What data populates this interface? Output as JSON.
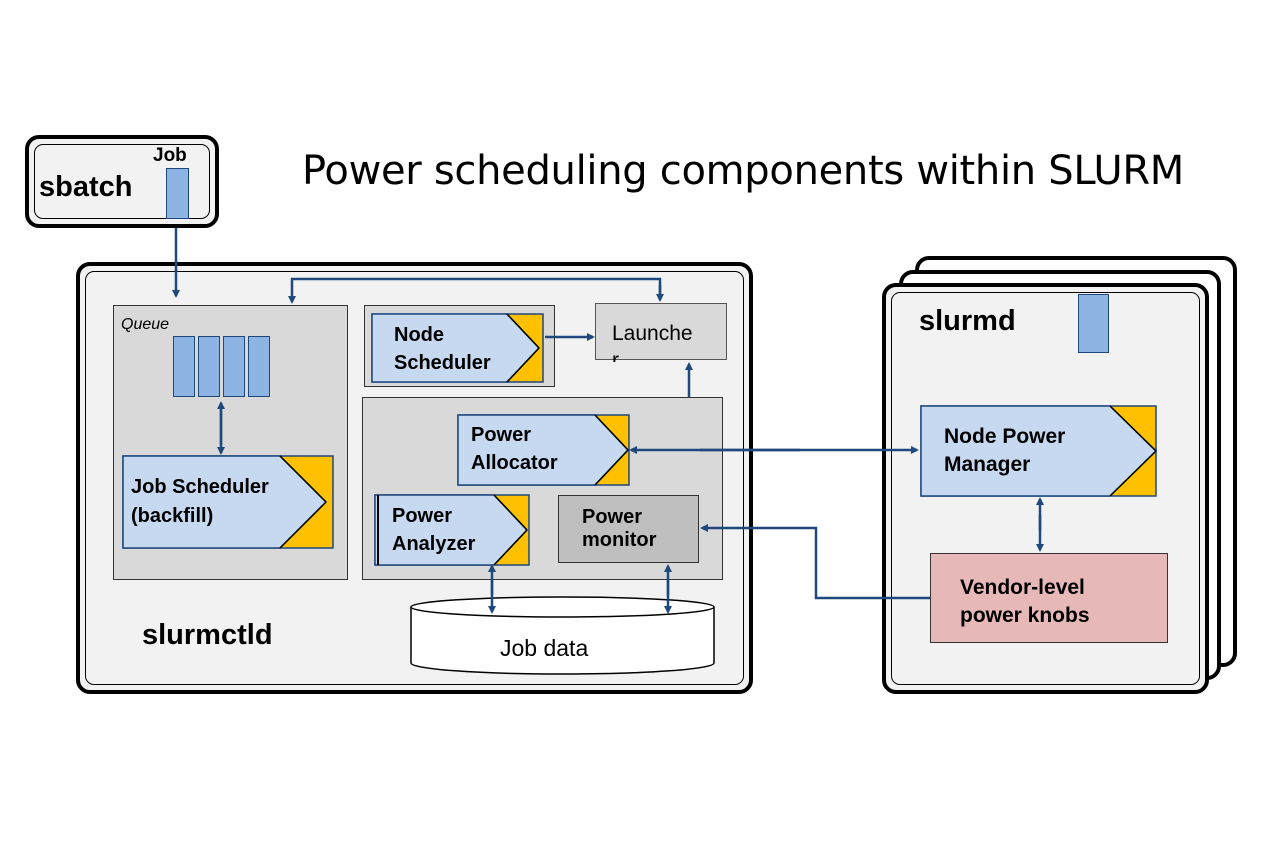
{
  "title": "Power scheduling components within SLURM",
  "sbatch": {
    "label": "sbatch",
    "job_label": "Job"
  },
  "slurmctld": {
    "label": "slurmctld",
    "queue_label": "Queue",
    "job_scheduler": {
      "line1": "Job Scheduler",
      "line2": "(backfill)"
    },
    "node_scheduler": {
      "line1": "Node",
      "line2": "Scheduler"
    },
    "launcher": {
      "line1": "Launche",
      "line2": "r"
    },
    "power_allocator": {
      "line1": "Power",
      "line2": "Allocator"
    },
    "power_analyzer": {
      "line1": "Power",
      "line2": "Analyzer"
    },
    "power_monitor": {
      "line1": "Power",
      "line2": "monitor"
    },
    "job_data": "Job data"
  },
  "slurmd": {
    "label": "slurmd",
    "node_power_manager": {
      "line1": "Node Power",
      "line2": "Manager"
    },
    "vendor_knobs": {
      "line1": "Vendor-level",
      "line2": "power knobs"
    }
  },
  "colors": {
    "job_blue": "#8db4e2",
    "component_blue": "#c6d9f1",
    "accent_gold": "#ffc000",
    "arrow": "#1f497d",
    "vendor_pink": "#e6b9b8",
    "panel_gray": "#d9d9d9",
    "monitor_gray": "#bfbfbf",
    "outer_fill": "#f2f2f2"
  }
}
